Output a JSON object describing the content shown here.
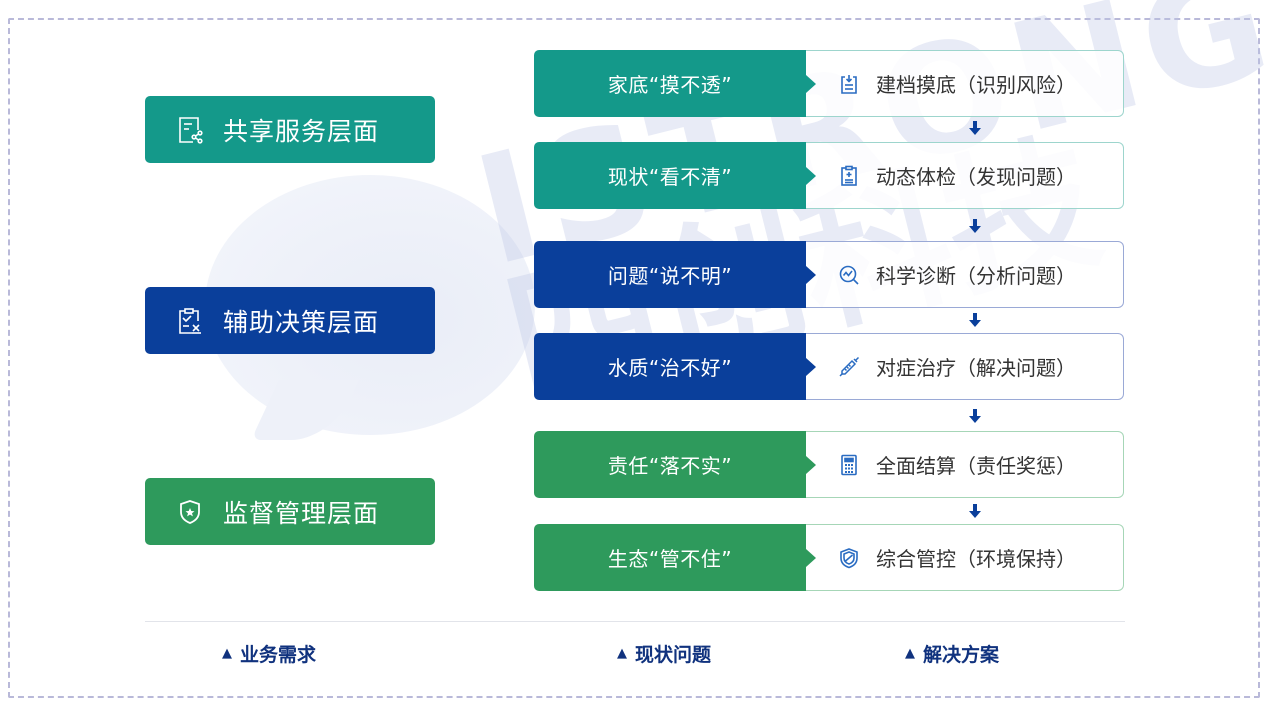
{
  "watermark": {
    "line1": "ISTRONG",
    "line2": "四创科技"
  },
  "layers": [
    {
      "label": "共享服务层面",
      "icon": "share-document-icon",
      "color": "#14998a"
    },
    {
      "label": "辅助决策层面",
      "icon": "decision-checklist-icon",
      "color": "#0a3f9b"
    },
    {
      "label": "监督管理层面",
      "icon": "shield-star-icon",
      "color": "#2e9a5c"
    }
  ],
  "rows": [
    {
      "problem": "家底“摸不透”",
      "solution": "建档摸底（识别风险）",
      "icon": "clipboard-download-icon",
      "group": "teal"
    },
    {
      "problem": "现状“看不清”",
      "solution": "动态体检（发现问题）",
      "icon": "clipboard-plus-icon",
      "group": "teal"
    },
    {
      "problem": "问题“说不明”",
      "solution": "科学诊断（分析问题）",
      "icon": "search-chart-icon",
      "group": "blue"
    },
    {
      "problem": "水质“治不好”",
      "solution": "对症治疗（解决问题）",
      "icon": "syringe-icon",
      "group": "blue"
    },
    {
      "problem": "责任“落不实”",
      "solution": "全面结算（责任奖惩）",
      "icon": "calculator-icon",
      "group": "green"
    },
    {
      "problem": "生态“管不住”",
      "solution": "综合管控（环境保持）",
      "icon": "shield-icon",
      "group": "green"
    }
  ],
  "footer": {
    "col1": "业务需求",
    "col2": "现状问题",
    "col3": "解决方案",
    "marker": "▲"
  },
  "colors": {
    "teal": "#14998a",
    "blue": "#0a3f9b",
    "green": "#2e9a5c",
    "footer_text": "#10327e",
    "icon_blue": "#2a6cc2",
    "frame_dash": "#b9b9d9"
  }
}
